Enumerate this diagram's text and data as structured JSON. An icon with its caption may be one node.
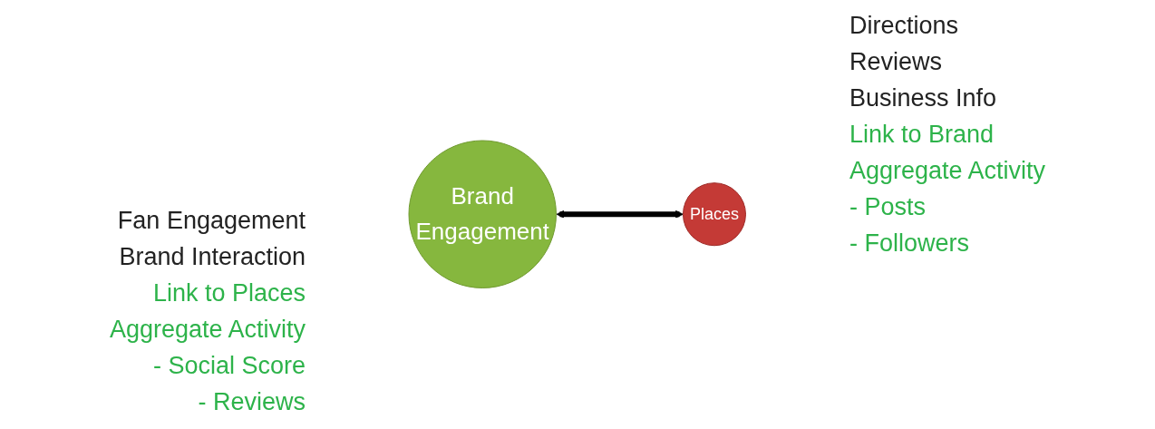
{
  "diagram": {
    "nodes": [
      {
        "text": [
          "Brand",
          "Engagement"
        ],
        "beside": [
          "Fan Engagement",
          "Brand Interaction",
          "Link to Places",
          "Aggregate Activity",
          "- Social Score",
          "- Reviews"
        ]
      },
      {
        "text": [
          "Places"
        ],
        "beside": [
          "Directions",
          "Reviews",
          "Business Info",
          "Link to Brand",
          "Aggregate Activity",
          "- Posts",
          "- Followers"
        ]
      }
    ],
    "edges": [
      {
        "from": 0,
        "to": 1,
        "arrow": "both"
      }
    ]
  }
}
